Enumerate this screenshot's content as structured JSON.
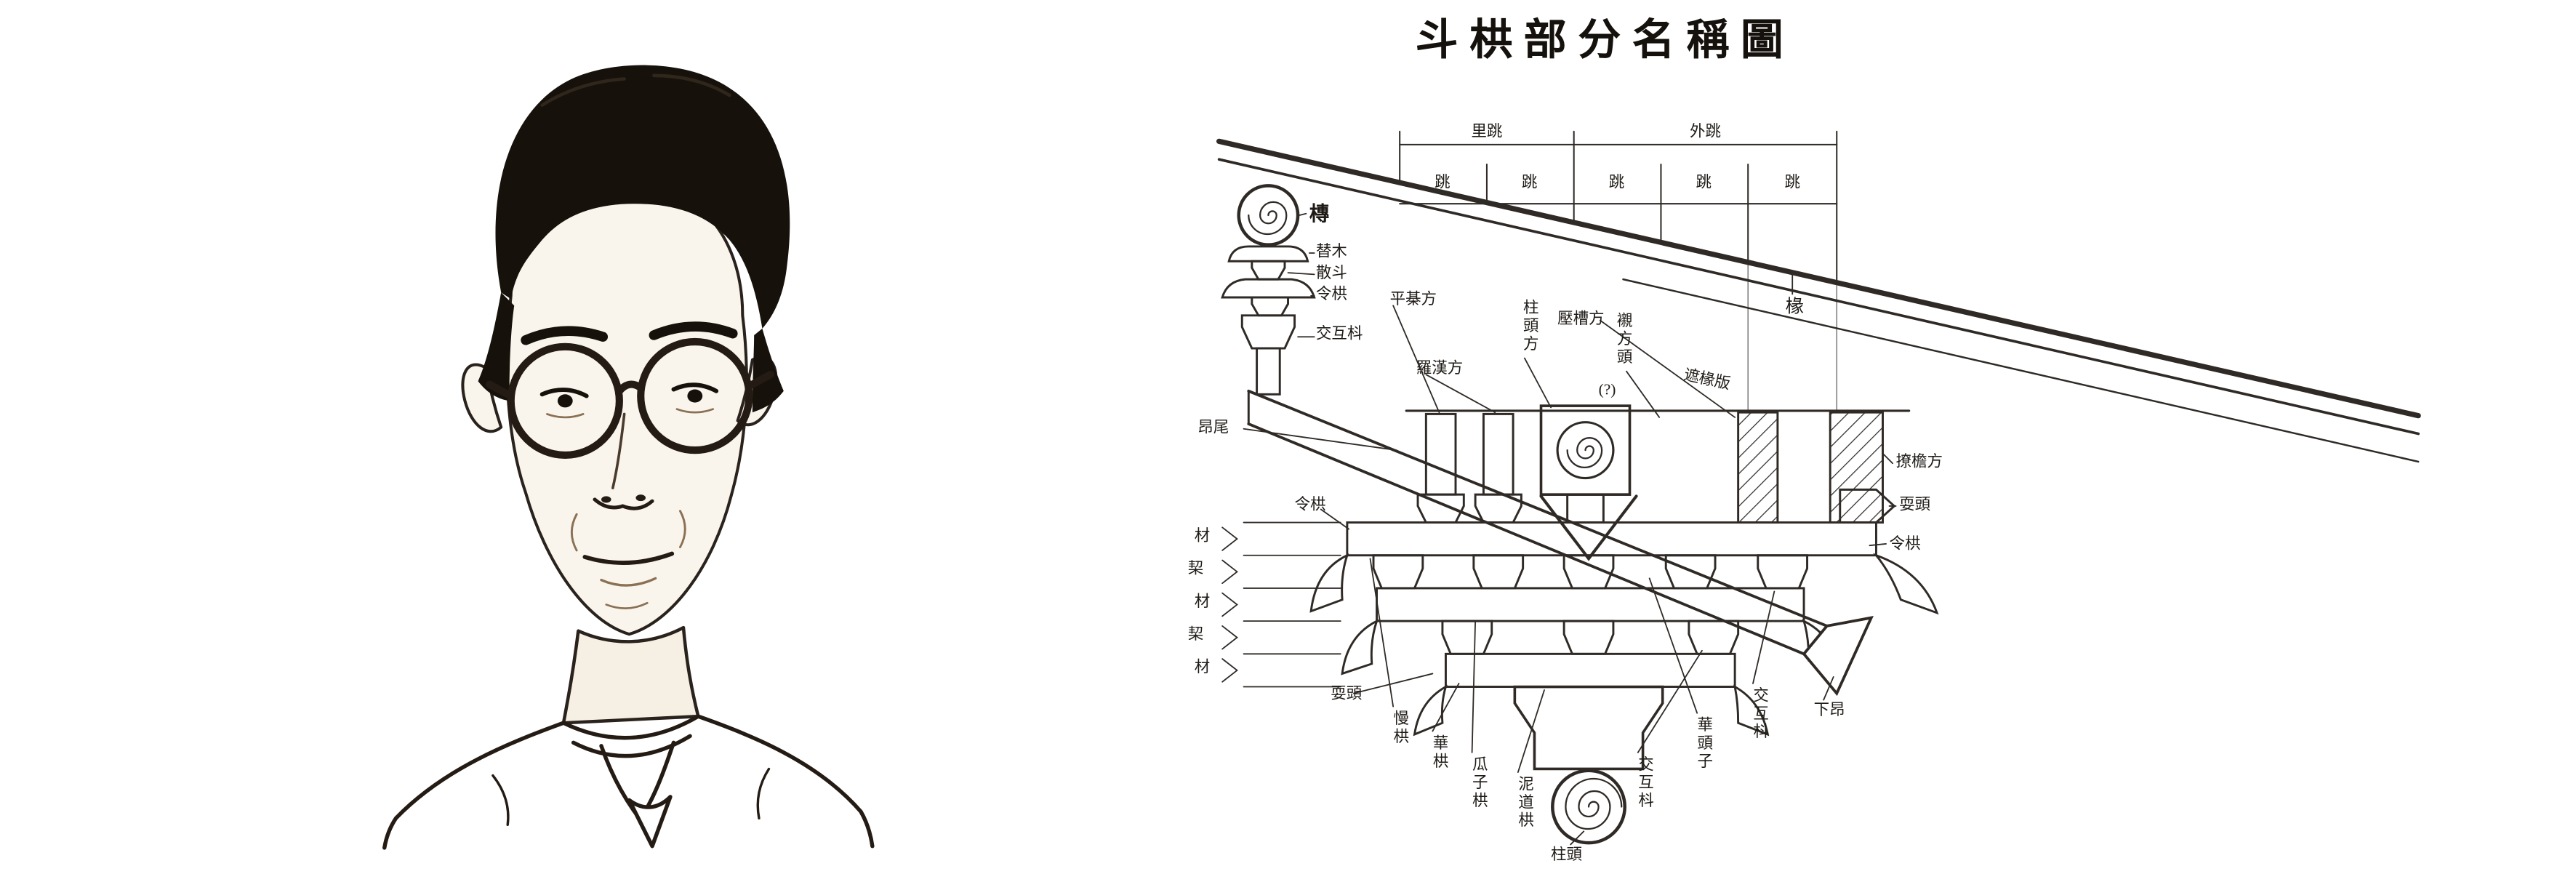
{
  "colors": {
    "paper": "#ffffff",
    "ink": "#17110c",
    "line": "#2f2a26",
    "sepia": "#8a7155"
  },
  "diagram": {
    "title": "斗栱部分名稱圖",
    "dimensions": {
      "inner_jump": "里跳",
      "outer_jump": "外跳",
      "jumps": [
        "跳",
        "跳",
        "跳",
        "跳",
        "跳"
      ]
    },
    "parts": {
      "tuan": "槫",
      "timu": "替木",
      "sandou": "散斗",
      "linggong_top": "令栱",
      "jiaohudou_top": "交互枓",
      "pingqifang": "平棊方",
      "luohanfang": "羅漢方",
      "zhutoufang": "柱頭方",
      "yacaofang": "壓槽方",
      "chenfangtou": "襯方頭",
      "chenfangtou_note": "(?)",
      "chuan": "椽",
      "zhechuanban": "遮椽版",
      "angwei": "昂尾",
      "cai_1": "材",
      "qi_1": "栔",
      "cai_2": "材",
      "qi_2": "栔",
      "cai_3": "材",
      "linggong_left": "令栱",
      "shuatou_left": "耍頭",
      "mangong": "慢栱",
      "huagong": "華栱",
      "guazigong": "瓜子栱",
      "nidaogong": "泥道栱",
      "jiaohudou_bottom1": "交互枓",
      "huatouzi": "華頭子",
      "jiaohudou_bottom2": "交互枓",
      "xiaang": "下昂",
      "zhutou": "柱頭",
      "liaoyanfang": "撩檐方",
      "shuatou_right": "耍頭",
      "linggong_right": "令栱"
    }
  }
}
